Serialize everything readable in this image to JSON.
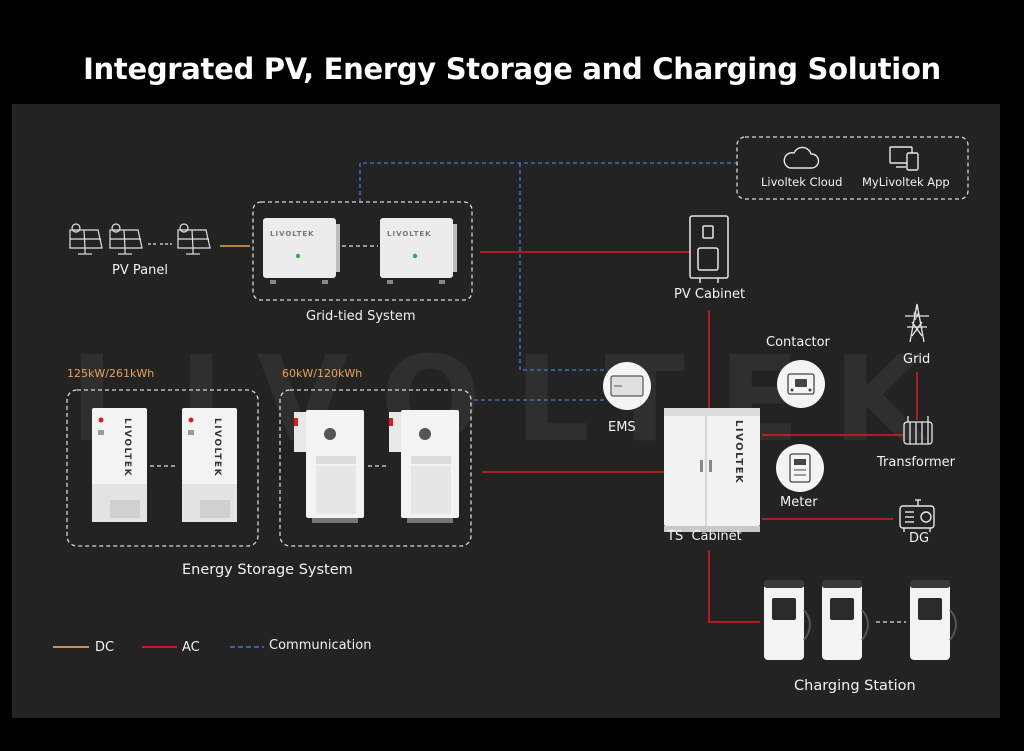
{
  "title": "Integrated PV, Energy Storage and Charging Solution",
  "watermark": "LIVOLTEK",
  "brand_mark": "LIVOLTEK",
  "labels": {
    "pv_panel": "PV Panel",
    "grid_tied": "Grid-tied System",
    "pv_cabinet": "PV Cabinet",
    "cloud": "Livoltek Cloud",
    "app": "MyLivoltek App",
    "contactor": "Contactor",
    "grid": "Grid",
    "ems": "EMS",
    "transformer": "Transformer",
    "meter": "Meter",
    "dg": "DG",
    "ts_cabinet": "TS  Cabinet",
    "ess": "Energy Storage System",
    "ess_a_capacity": "125kW/261kWh",
    "ess_b_capacity": "60kW/120kWh",
    "charging_station": "Charging Station"
  },
  "legend": [
    {
      "label": "DC",
      "color": "#e8a15a",
      "style": "solid"
    },
    {
      "label": "AC",
      "color": "#d81e1e",
      "style": "solid"
    },
    {
      "label": "Communication",
      "color": "#4a74d6",
      "style": "dashed"
    }
  ],
  "icons": {
    "pv_panel": "solar-panel-icon",
    "cloud": "cloud-icon",
    "app": "devices-icon",
    "contactor": "contactor-icon",
    "grid": "transmission-tower-icon",
    "transformer": "transformer-icon",
    "meter": "meter-icon",
    "dg": "generator-icon",
    "ems": "ems-icon"
  }
}
